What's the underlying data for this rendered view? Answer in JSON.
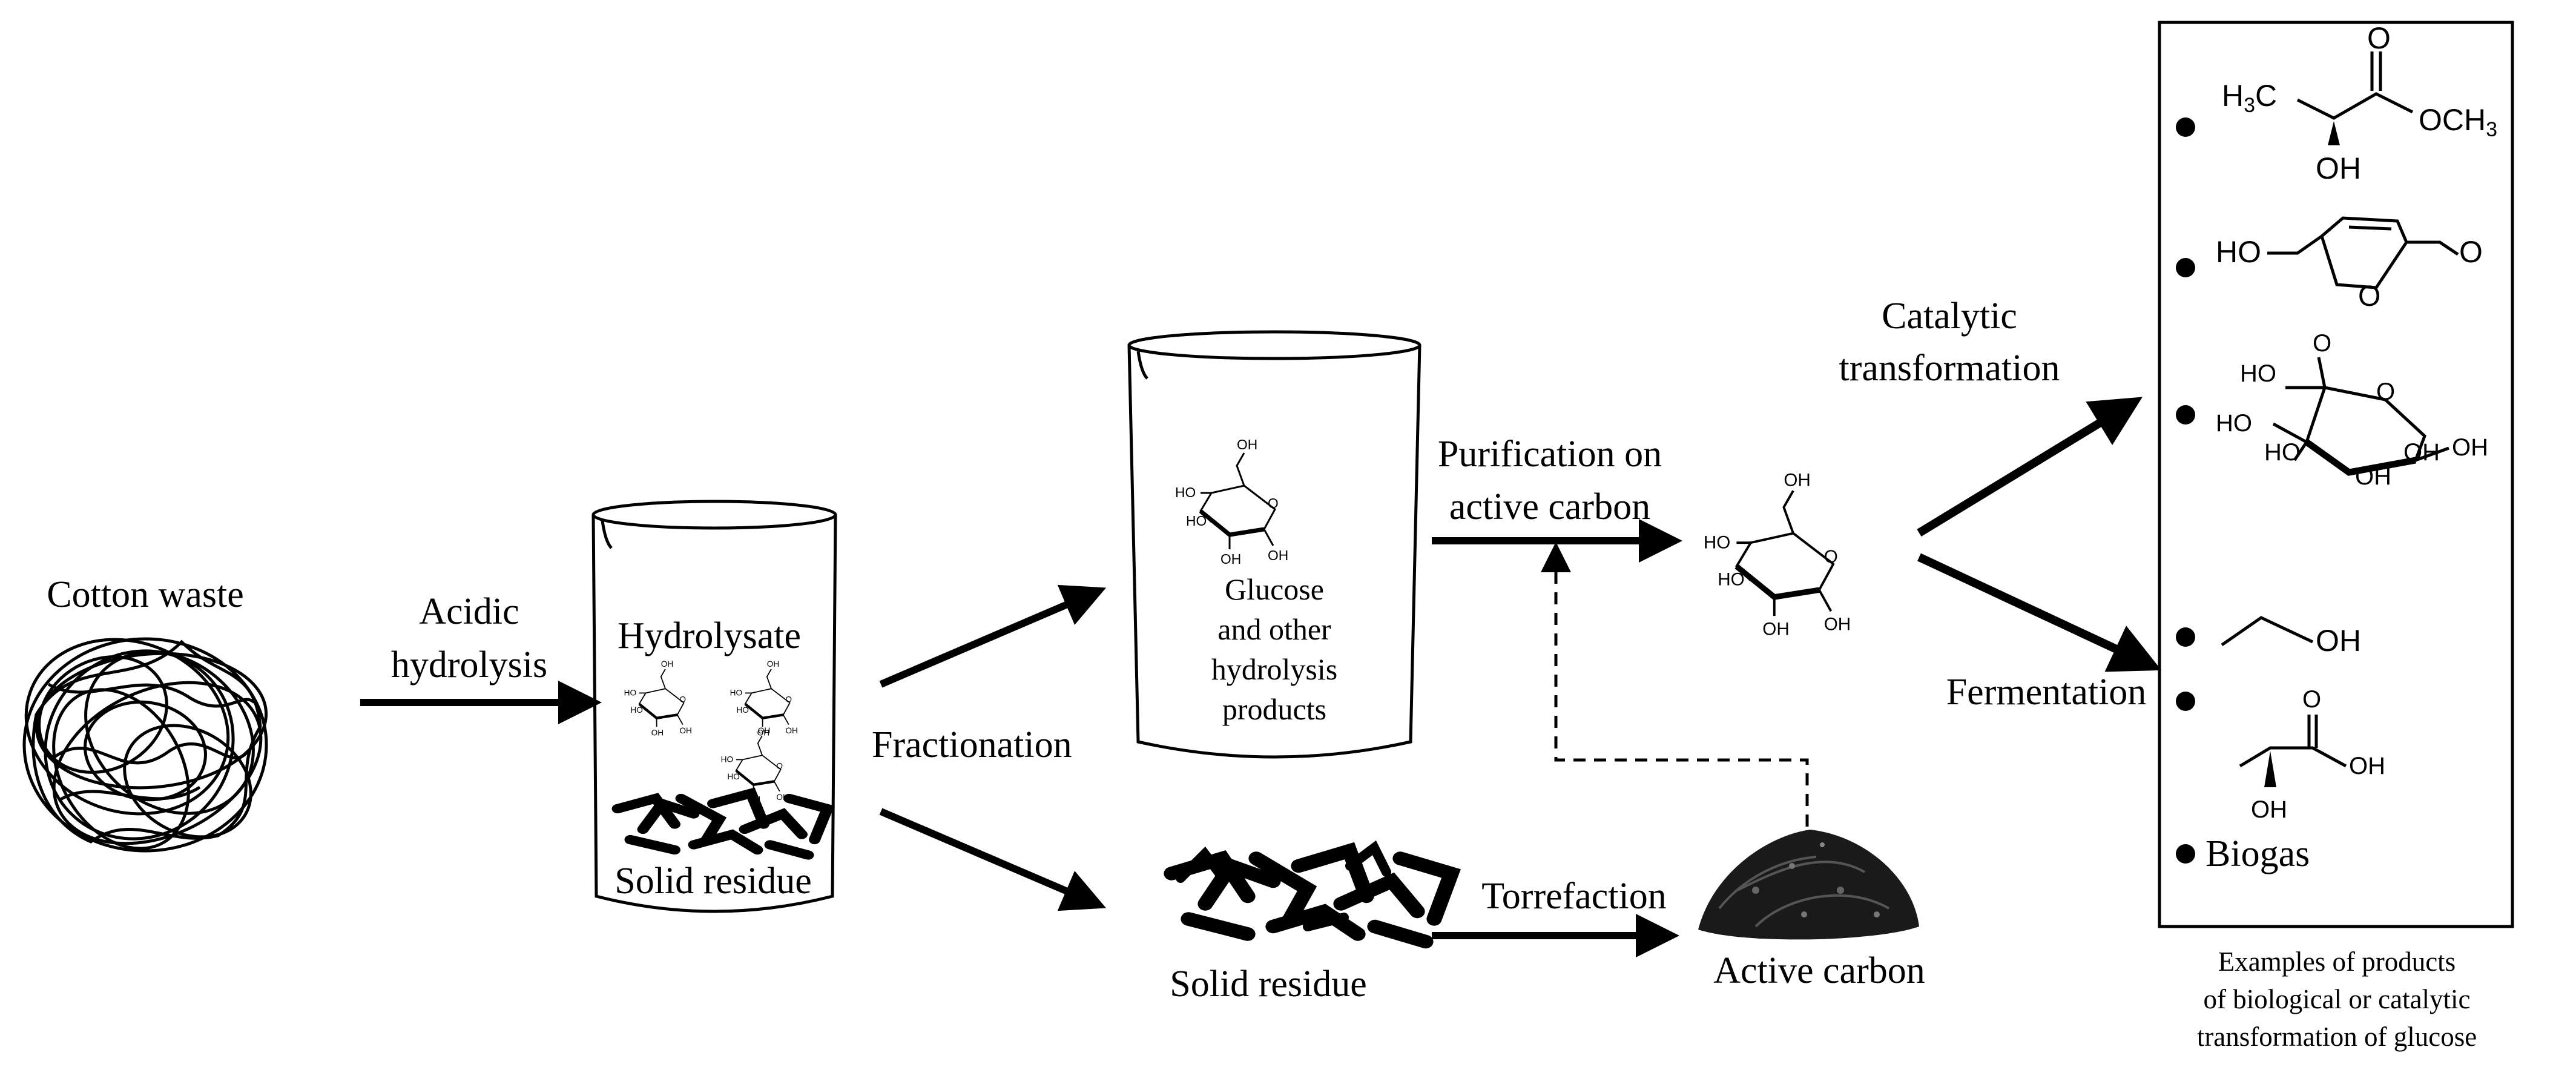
{
  "labels": {
    "cotton_waste": "Cotton waste",
    "acidic_hydrolysis_1": "Acidic",
    "acidic_hydrolysis_2": "hydrolysis",
    "hydrolysate": "Hydrolysate",
    "solid_residue_beaker": "Solid residue",
    "fractionation": "Fractionation",
    "glucose_beaker_1": "Glucose",
    "glucose_beaker_2": "and other",
    "glucose_beaker_3": "hydrolysis",
    "glucose_beaker_4": "products",
    "purification_1": "Purification on",
    "purification_2": "active carbon",
    "solid_residue": "Solid residue",
    "torrefaction": "Torrefaction",
    "active_carbon": "Active carbon",
    "catalytic_1": "Catalytic",
    "catalytic_2": "transformation",
    "fermentation": "Fermentation",
    "biogas": "Biogas",
    "caption_1": "Examples of products",
    "caption_2": "of biological or catalytic",
    "caption_3": "transformation of glucose"
  },
  "chem": {
    "oh": "OH",
    "ho": "HO",
    "o": "O",
    "och3": "OCH",
    "h3c": "H",
    "c": "C",
    "sub3": "3"
  },
  "icons": [
    "cotton-waste-icon",
    "beaker-icon",
    "glucose-structure-icon",
    "solid-residue-icon",
    "active-carbon-icon",
    "methyl-lactate-icon",
    "hmf-icon",
    "glucuronic-acid-icon",
    "ethanol-icon",
    "lactic-acid-icon"
  ],
  "colors": {
    "ink": "#000000",
    "background": "#ffffff"
  }
}
